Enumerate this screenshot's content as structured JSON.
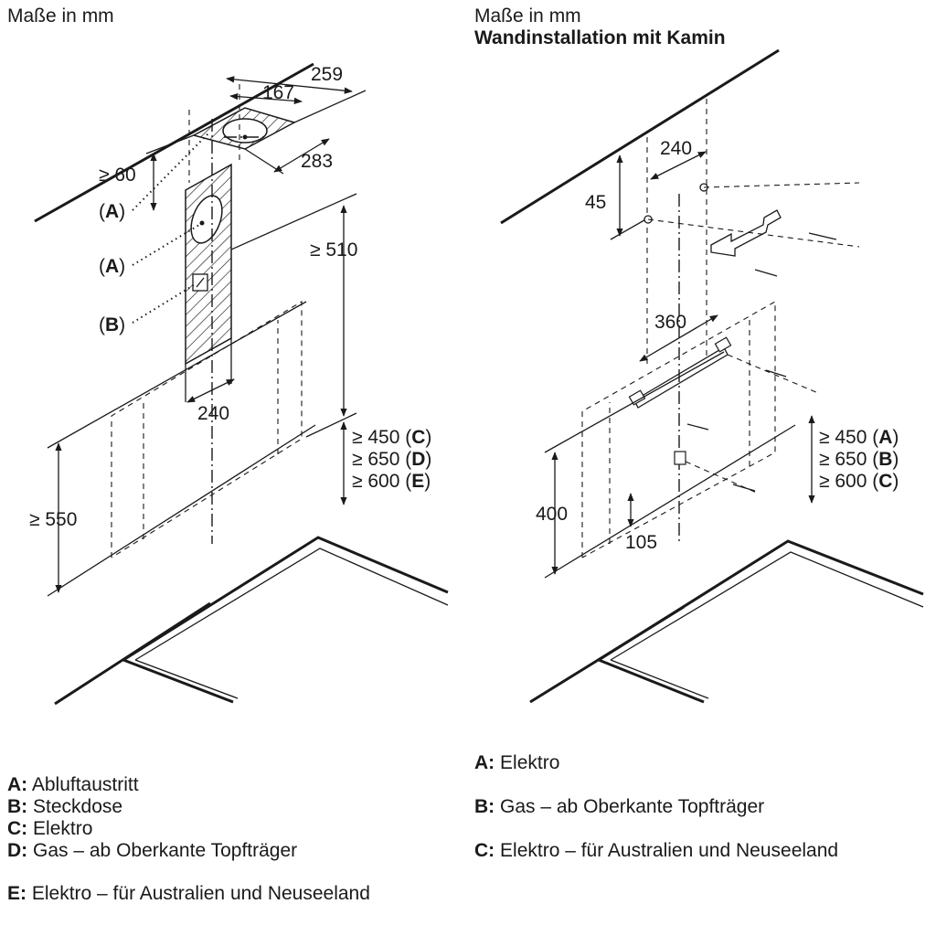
{
  "left": {
    "heading": "Maße in mm",
    "dims": {
      "d259": "259",
      "d167": "167",
      "d283": "283",
      "d60": "≥ 60",
      "d510": "≥ 510",
      "d240": "240",
      "d550": "≥ 550"
    },
    "callouts": [
      {
        "open": "(",
        "key": "A",
        "close": ")"
      },
      {
        "open": "(",
        "key": "A",
        "close": ")"
      },
      {
        "open": "(",
        "key": "B",
        "close": ")"
      }
    ],
    "clearances": [
      {
        "value": "≥ 450 (",
        "key": "C",
        "close": ")"
      },
      {
        "value": "≥ 650 (",
        "key": "D",
        "close": ")"
      },
      {
        "value": "≥ 600 (",
        "key": "E",
        "close": ")"
      }
    ],
    "legend": [
      {
        "key": "A:",
        "text": "Abluftaustritt"
      },
      {
        "key": "B:",
        "text": "Steckdose"
      },
      {
        "key": "C:",
        "text": "Elektro"
      },
      {
        "key": "D:",
        "text": "Gas – ab Oberkante Topfträger"
      },
      {
        "key": "E:",
        "text": "Elektro – für Australien und Neuseeland"
      }
    ]
  },
  "right": {
    "heading": "Maße in mm",
    "subheading": "Wandinstallation mit Kamin",
    "dims": {
      "d240": "240",
      "d45": "45",
      "d360": "360",
      "d400": "400",
      "d105": "105"
    },
    "clearances": [
      {
        "value": "≥ 450 (",
        "key": "A",
        "close": ")"
      },
      {
        "value": "≥ 650 (",
        "key": "B",
        "close": ")"
      },
      {
        "value": "≥ 600 (",
        "key": "C",
        "close": ")"
      }
    ],
    "legend": [
      {
        "key": "A:",
        "text": "Elektro"
      },
      {
        "key": "B:",
        "text": "Gas – ab Oberkante Topfträger"
      },
      {
        "key": "C:",
        "text": "Elektro – für Australien und Neuseeland"
      }
    ]
  }
}
